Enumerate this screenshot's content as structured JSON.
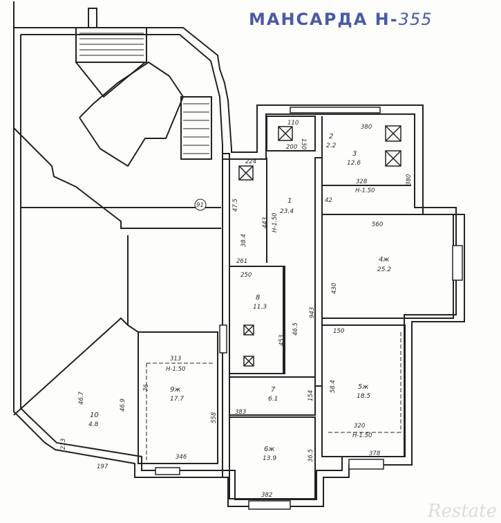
{
  "stamp": {
    "prefix": "МАНСАРДА Н-",
    "number": "355"
  },
  "watermark": "Restate",
  "rooms": [
    {
      "id": "1",
      "number": "1",
      "area": "23.4"
    },
    {
      "id": "2",
      "number": "2",
      "area": "2.2"
    },
    {
      "id": "3",
      "number": "3",
      "area": "12.6"
    },
    {
      "id": "4",
      "number": "4ж",
      "area": "25.2"
    },
    {
      "id": "5",
      "number": "5ж",
      "area": "18.5"
    },
    {
      "id": "6",
      "number": "6ж",
      "area": "13.9"
    },
    {
      "id": "7",
      "number": "7",
      "area": "6.1"
    },
    {
      "id": "8",
      "number": "8",
      "area": "11.3"
    },
    {
      "id": "9",
      "number": "9ж",
      "area": "17.7"
    },
    {
      "id": "10",
      "number": "10",
      "area": "4.8"
    }
  ],
  "dims": {
    "d110": "110",
    "d130": "130",
    "d200": "200",
    "d380": "380",
    "d224": "224",
    "d328": "328",
    "d380v": "380",
    "h150a": "Н-1.50",
    "d475": "47.5",
    "d443": "443",
    "h150b": "Н-1.50",
    "d384": "38.4",
    "d42": "42",
    "d560": "560",
    "d261": "261",
    "d250": "250",
    "d430": "430",
    "d453": "453",
    "d465": "46.5",
    "d943": "943",
    "d150": "150",
    "d313": "313",
    "h150c": "Н-1.50",
    "d76": "76",
    "d584": "58.4",
    "d558": "558",
    "d154": "154",
    "d383": "383",
    "d320": "320",
    "h150d": "Н-1.50",
    "d467": "46.7",
    "d469": "46.9",
    "d213": "213",
    "d197": "197",
    "d346": "346",
    "d378": "378",
    "d365": "36.5",
    "d382": "382",
    "axis": "91"
  }
}
